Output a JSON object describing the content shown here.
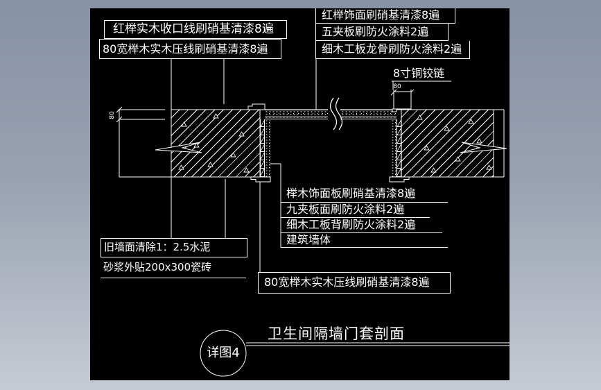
{
  "colors": {
    "background_top": "#8892a6",
    "background_bottom": "#c6cad3",
    "canvas": "#000000",
    "linework": "#ffffff"
  },
  "drawing": {
    "title": "卫生间隔墙门套剖面",
    "detail_tag": "详图4",
    "dims": {
      "left_wall_thickness": "80",
      "right_casing_width": "80"
    },
    "callouts": {
      "top_left": [
        "红榉实木收口线刷硝基清漆8遍",
        "80宽榉木实木压线刷硝基清漆8遍"
      ],
      "top_right": [
        "红榉饰面刷硝基清漆8遍",
        "五夹板刷防火涂料2遍",
        "细木工板龙骨刷防火涂料2遍"
      ],
      "hinge": "8寸铜铰链",
      "mid_right": [
        "榉木饰面板刷硝基清漆8遍",
        "九夹板面刷防火涂料2遍",
        "细木工板背刷防火涂料2遍",
        "建筑墙体"
      ],
      "bottom_left": [
        "旧墙面清除1：2.5水泥",
        "砂浆外贴200x300瓷砖"
      ],
      "bottom_mid": "80宽榉木实木压线刷硝基清漆8遍"
    }
  }
}
